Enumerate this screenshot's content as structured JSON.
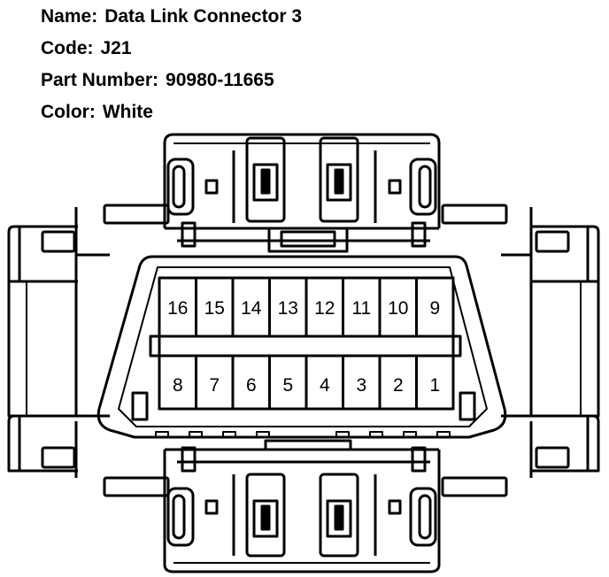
{
  "connector": {
    "name_label": "Name:",
    "name_value": "Data Link Connector 3",
    "code_label": "Code:",
    "code_value": "J21",
    "part_label": "Part Number:",
    "part_value": "90980-11665",
    "color_label": "Color:",
    "color_value": "White"
  },
  "pins": {
    "top_row": [
      "16",
      "15",
      "14",
      "13",
      "12",
      "11",
      "10",
      "9"
    ],
    "bottom_row": [
      "8",
      "7",
      "6",
      "5",
      "4",
      "3",
      "2",
      "1"
    ]
  },
  "colors": {
    "line": "#000000",
    "background": "#ffffff"
  }
}
